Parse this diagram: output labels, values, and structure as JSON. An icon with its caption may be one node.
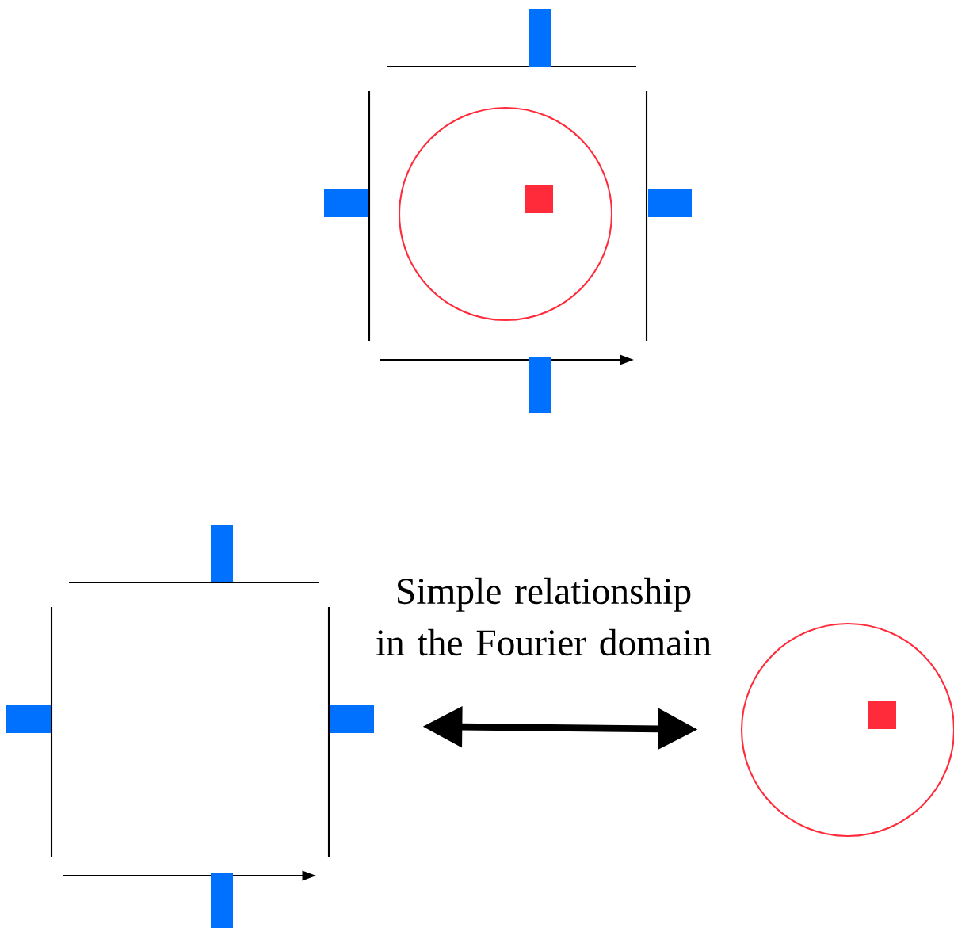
{
  "diagram": {
    "nodes": [
      {
        "text": [],
        "shape": "picture"
      },
      {
        "text": [],
        "shape": "circle"
      }
    ],
    "edges": [
      {
        "from": 0,
        "to": 1,
        "arrow": "both",
        "label": "Simple relationship in the Fourier domain"
      }
    ]
  }
}
